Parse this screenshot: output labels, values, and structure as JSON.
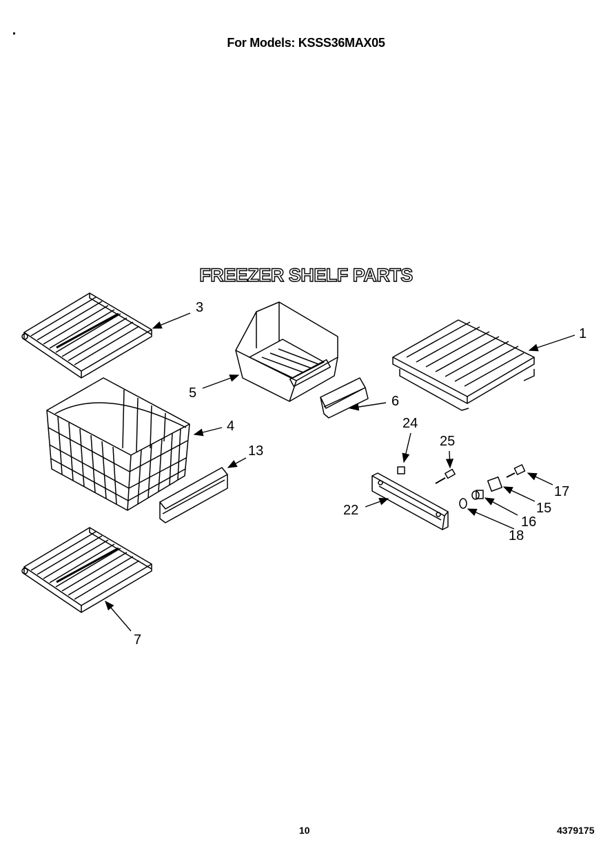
{
  "header": {
    "model_text": "For Models: KSSS36MAX05"
  },
  "title": "FREEZER SHELF PARTS",
  "callouts": {
    "c1": "1",
    "c3": "3",
    "c4": "4",
    "c5": "5",
    "c6": "6",
    "c7": "7",
    "c13": "13",
    "c15": "15",
    "c16": "16",
    "c17": "17",
    "c18": "18",
    "c22": "22",
    "c24": "24",
    "c25": "25"
  },
  "footer": {
    "page_number": "10",
    "doc_number": "4379175"
  }
}
